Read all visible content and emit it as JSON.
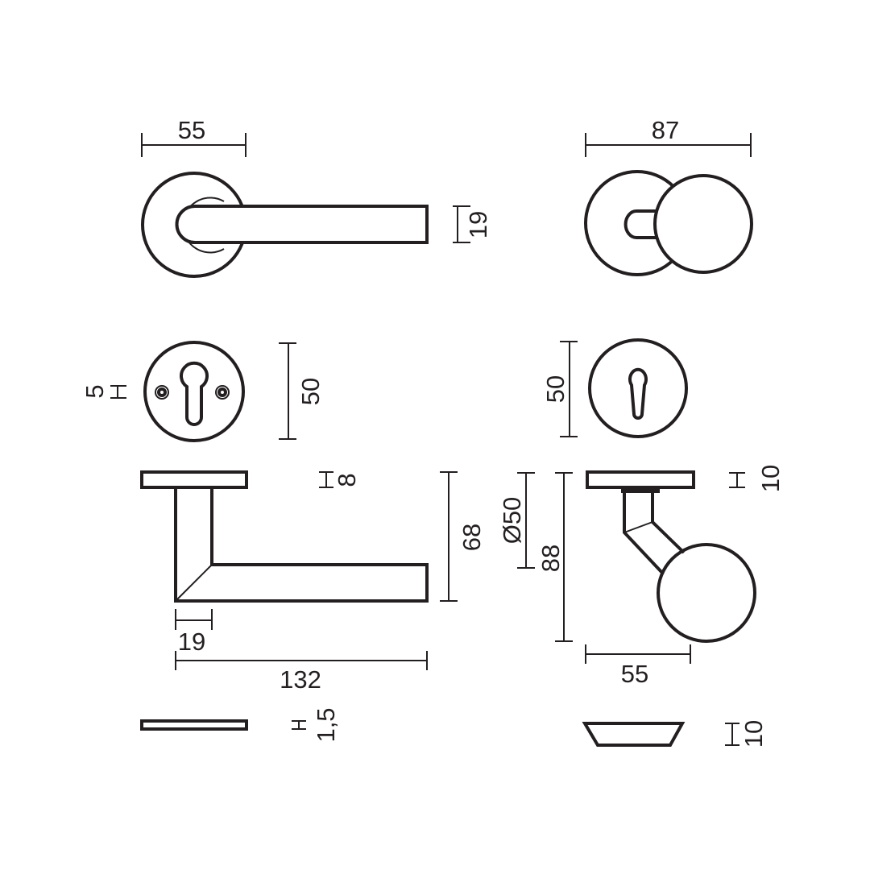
{
  "title": "Door handle and knob dimension drawing",
  "colors": {
    "line": "#231f20",
    "background": "#ffffff"
  },
  "lever_front": {
    "width": "55",
    "lever_height": "19"
  },
  "knob_front": {
    "width": "87"
  },
  "escutcheon_left": {
    "diameter": "50",
    "screw_spacing": "5"
  },
  "escutcheon_right": {
    "diameter": "50"
  },
  "lever_side": {
    "rose_thickness": "8",
    "height": "68",
    "neck_width": "19",
    "length": "132"
  },
  "knob_side": {
    "rose_thickness": "10",
    "knob_diameter": "Ø50",
    "height": "88",
    "projection": "55"
  },
  "plate_left": {
    "thickness": "1,5"
  },
  "cup_right": {
    "height": "10"
  }
}
